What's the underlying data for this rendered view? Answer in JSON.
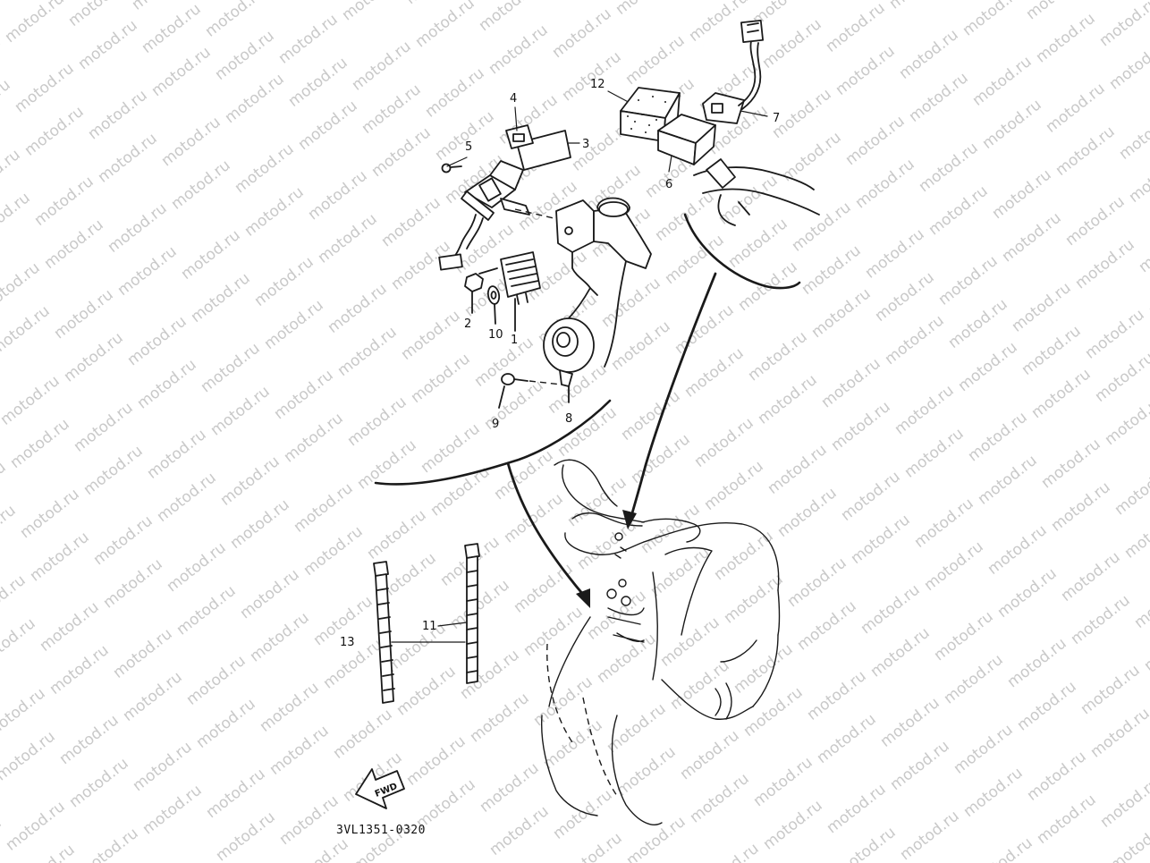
{
  "watermark": {
    "text": "motod.ru",
    "color": "#c9c9c9"
  },
  "diagram_code": "3VL1351-0320",
  "fwd_label": "FWD",
  "callouts": [
    {
      "id": "1",
      "label": "1"
    },
    {
      "id": "2",
      "label": "2"
    },
    {
      "id": "3",
      "label": "3"
    },
    {
      "id": "4",
      "label": "4"
    },
    {
      "id": "5",
      "label": "5"
    },
    {
      "id": "6",
      "label": "6"
    },
    {
      "id": "7",
      "label": "7"
    },
    {
      "id": "8",
      "label": "8"
    },
    {
      "id": "9",
      "label": "9"
    },
    {
      "id": "10",
      "label": "10"
    },
    {
      "id": "11",
      "label": "11"
    },
    {
      "id": "12",
      "label": "12"
    },
    {
      "id": "13",
      "label": "13"
    }
  ],
  "colors": {
    "ink": "#1a1a1a",
    "background": "#ffffff"
  }
}
